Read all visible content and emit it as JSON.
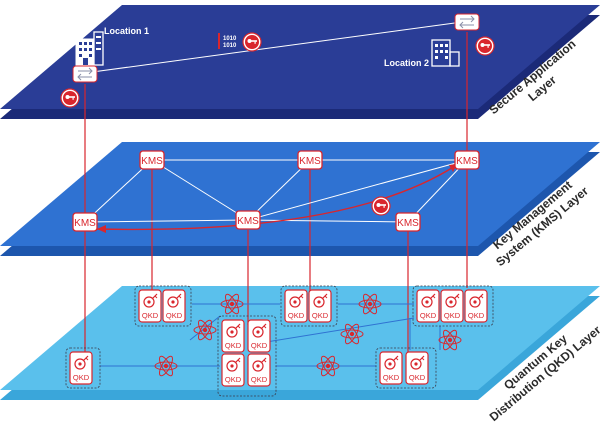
{
  "layers": {
    "application": "Secure Application Layer",
    "kms": "Key Management System (KMS) Layer",
    "qkd": "Quantum Key Distribution (QKD) Layer"
  },
  "labels": {
    "location1": "Location 1",
    "location2": "Location 2",
    "kms": "KMS",
    "qkd": "QKD",
    "bits_line1": "1010",
    "bits_line2": "1010"
  },
  "colors": {
    "application_layer": "#2a3d96",
    "kms_layer": "#2f72d2",
    "qkd_layer": "#5ac0ec",
    "accent_red": "#d9262d"
  }
}
